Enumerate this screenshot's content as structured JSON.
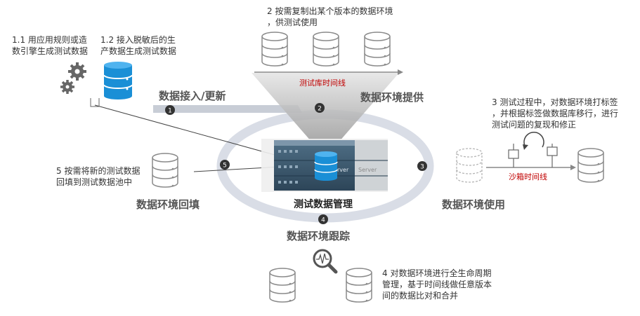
{
  "steps": {
    "step1_1": "1.1 用应用规则或造\n数引擎生成测试数据",
    "step1_2": "1.2 接入脱敏后的生\n产数据生成测试数据",
    "step2": "2 按需复制出某个版本的数据环境\n，供测试使用",
    "step3": "3 测试过程中，对数据环境打标签\n，并根据标签做数据库移行，进行\n测试问题的复现和修正",
    "step4": "4 对数据环境进行全生命周期\n管理，基于时间线做任意版本\n间的数据比对和合并",
    "step5": "5 按需将新的测试数据\n回填到测试数据池中"
  },
  "labels": {
    "data_ingest": "数据接入/更新",
    "env_provide": "数据环境提供",
    "env_backfill": "数据环境回填",
    "env_use": "数据环境使用",
    "env_track": "数据环境跟踪",
    "center": "测试数据管理",
    "test_timeline": "测试库时间线",
    "sandbox_timeline": "沙箱时间线",
    "server_a": "rver",
    "server_b": "Server"
  },
  "markers": [
    "1",
    "2",
    "3",
    "4",
    "5"
  ],
  "icons": {
    "gears": "gears-icon",
    "blue_db": "database-icon",
    "magnifier": "magnifier-icon"
  },
  "colors": {
    "blue": "#1a8fd6",
    "ring": "#d9dde6",
    "red": "#c00000",
    "marker": "#333333"
  }
}
